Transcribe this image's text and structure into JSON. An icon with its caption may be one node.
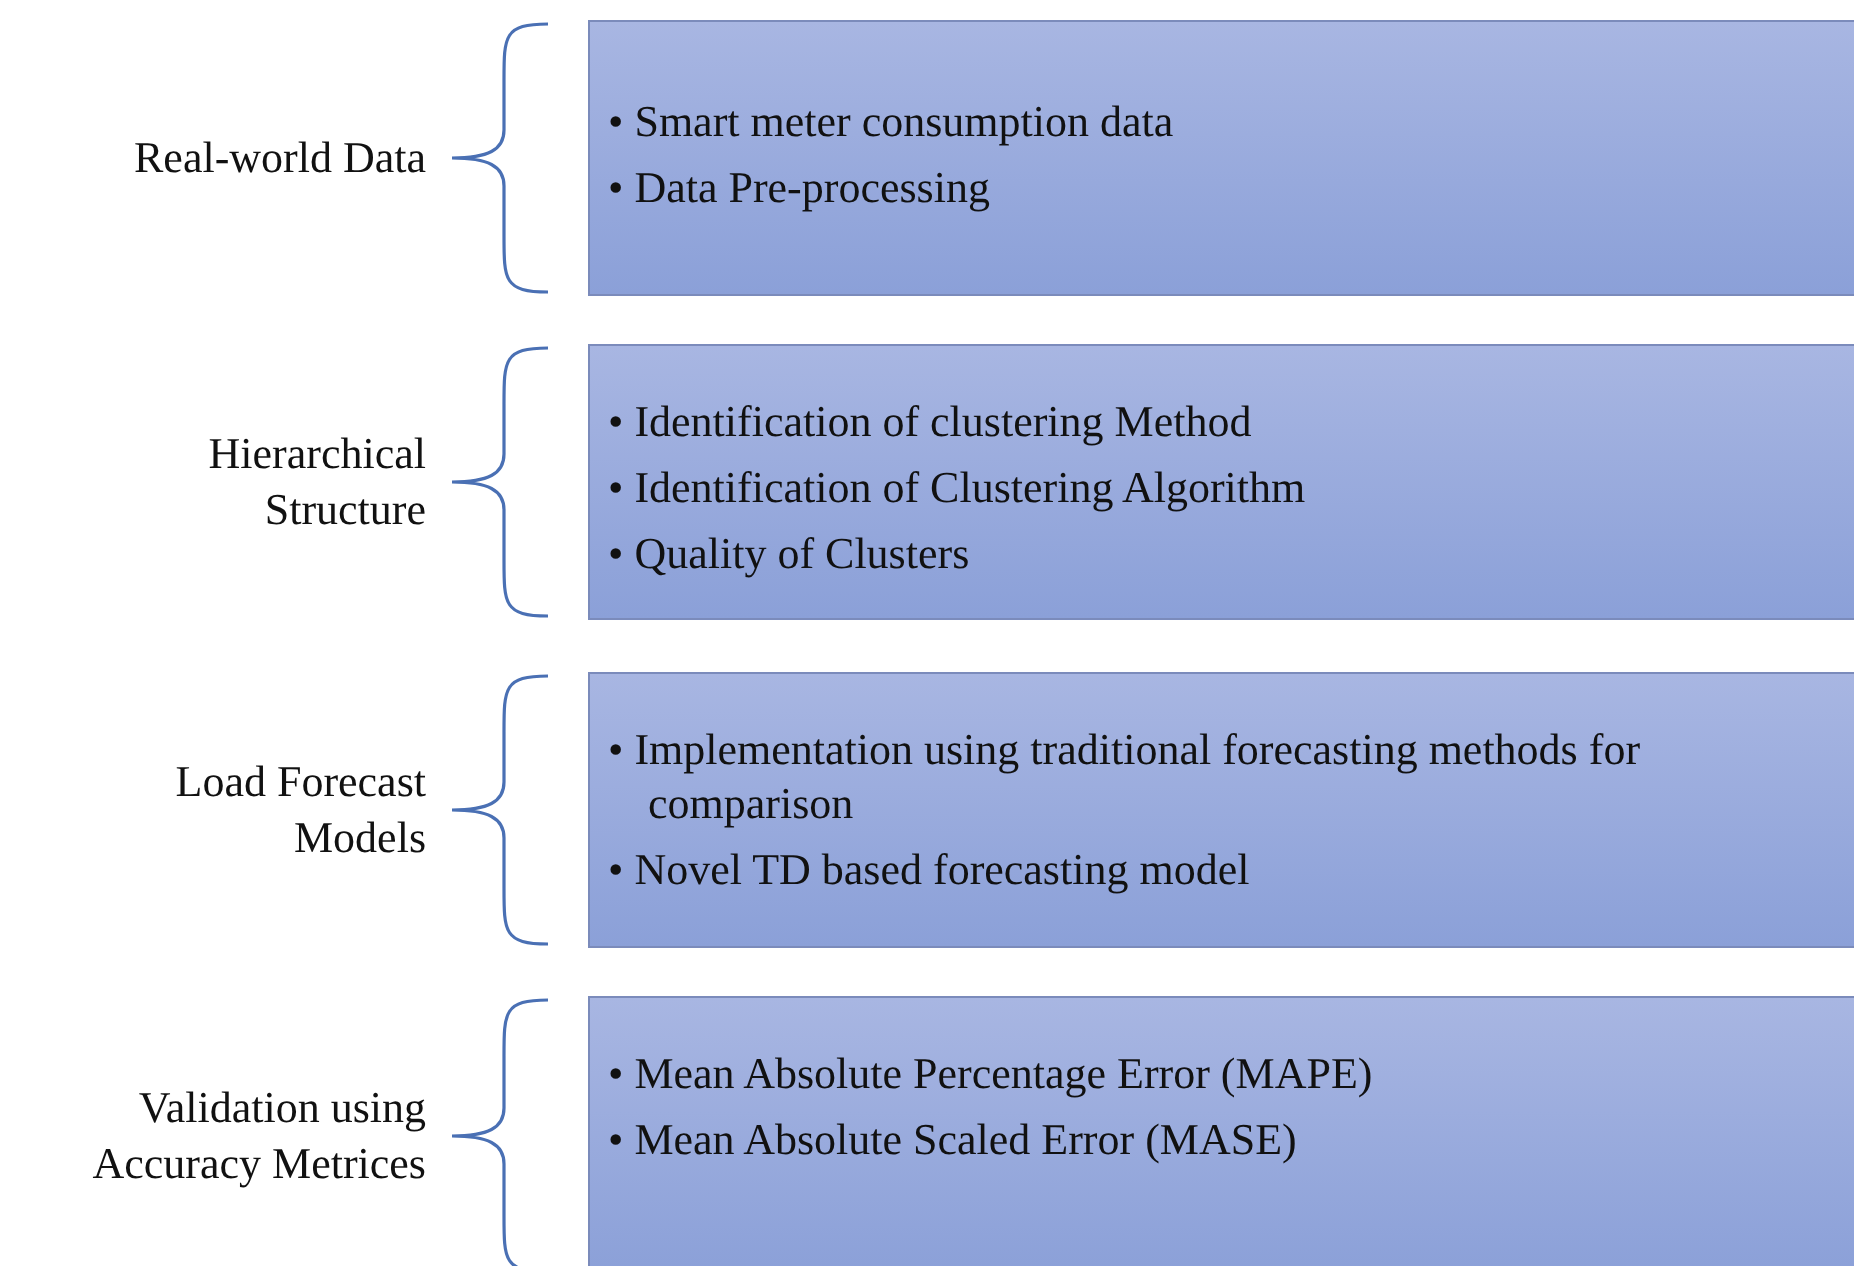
{
  "diagram": {
    "nodes": [
      {
        "text": [
          "• Smart meter consumption data",
          "• Data Pre-processing"
        ],
        "beside": [
          "Real-world Data"
        ]
      },
      {
        "text": [
          "• Identification of clustering Method",
          "• Identification of Clustering Algorithm",
          "• Quality of Clusters"
        ],
        "beside": [
          "Hierarchical Structure"
        ]
      },
      {
        "text": [
          "• Implementation using traditional forecasting methods for comparison",
          "• Novel TD based forecasting model"
        ],
        "beside": [
          "Load Forecast Models"
        ]
      },
      {
        "text": [
          "• Mean Absolute Percentage Error (MAPE)",
          "• Mean Absolute Scaled Error (MASE)"
        ],
        "beside": [
          "Validation using Accuracy Metrices"
        ]
      }
    ]
  }
}
